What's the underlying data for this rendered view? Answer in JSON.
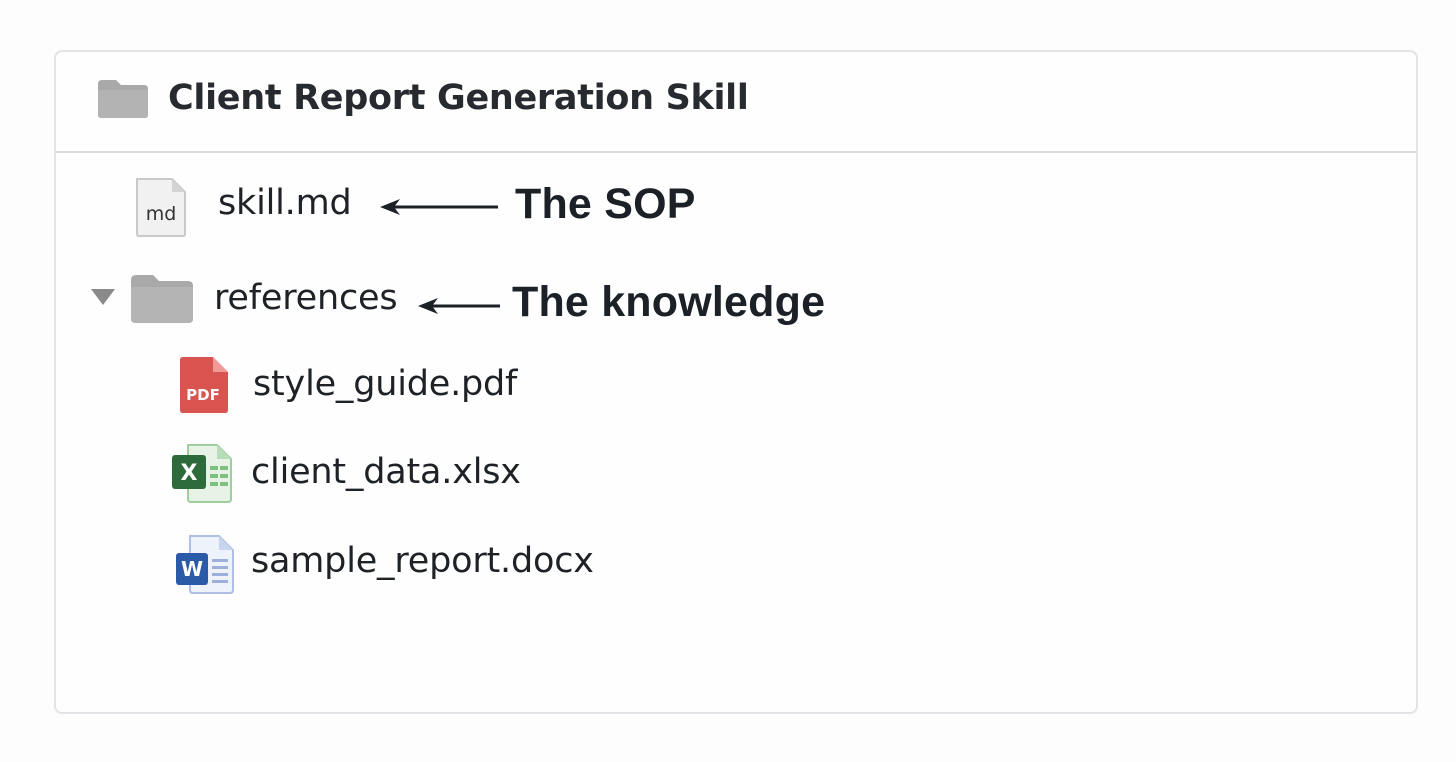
{
  "folder": {
    "title": "Client Report Generation Skill",
    "icon": "folder-icon"
  },
  "items": {
    "skill_file": {
      "name": "skill.md",
      "icon": "markdown-file-icon",
      "icon_text": "md",
      "annotation": "The SOP"
    },
    "references_folder": {
      "name": "references",
      "icon": "folder-icon",
      "expanded": true,
      "annotation": "The knowledge"
    },
    "children": [
      {
        "name": "style_guide.pdf",
        "icon": "pdf-file-icon",
        "icon_text": "PDF",
        "accent": "#d9534f"
      },
      {
        "name": "client_data.xlsx",
        "icon": "excel-file-icon",
        "icon_text": "X",
        "accent": "#2e6b3a"
      },
      {
        "name": "sample_report.docx",
        "icon": "word-file-icon",
        "icon_text": "W",
        "accent": "#2b5aa8"
      }
    ]
  },
  "colors": {
    "folder": "#a9a9a9",
    "text": "#1e2226",
    "border": "#e2e4e8"
  }
}
